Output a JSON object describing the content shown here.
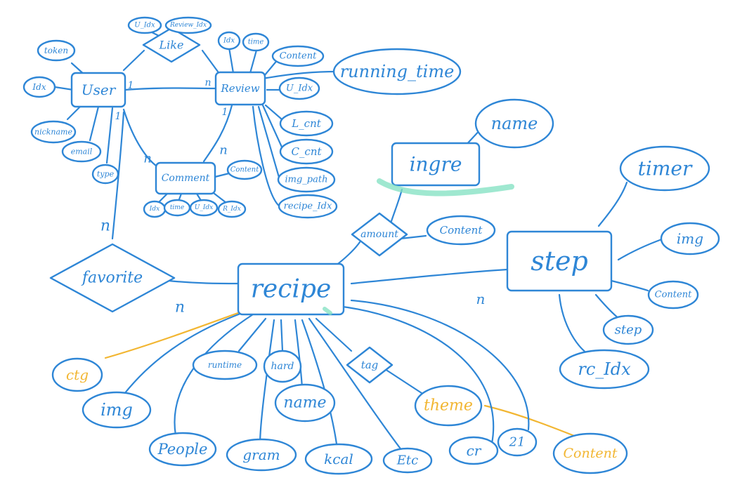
{
  "colors": {
    "ink": "#2E86D6",
    "accent": "#F2B632",
    "highlight": "#7FE0C0",
    "paper": "#FFFFFF"
  },
  "entities": {
    "user": "User",
    "review": "Review",
    "comment": "Comment",
    "recipe": "recipe",
    "ingre": "ingre",
    "step": "step"
  },
  "relationships": {
    "like": "Like",
    "favorite": "favorite",
    "amount": "amount",
    "tag": "tag"
  },
  "attributes": {
    "user_token": "token",
    "user_idx": "Idx",
    "user_nickname": "nickname",
    "user_email": "email",
    "user_type": "type",
    "like_u_idx": "U_Idx",
    "like_review_idx": "Review_Idx",
    "review_idx": "Idx",
    "review_time": "time",
    "review_content": "Content",
    "review_running_time": "running_time",
    "review_u_idx": "U_Idx",
    "review_l_cnt": "L_cnt",
    "review_c_cnt": "C_cnt",
    "review_img_path": "img_path",
    "review_recipe_idx": "recipe_Idx",
    "comment_content": "Content",
    "comment_idx": "Idx",
    "comment_time": "time",
    "comment_u_idx": "U_Idx",
    "comment_r_idx": "R_Idx",
    "ingre_name": "name",
    "amount_content": "Content",
    "step_timer": "timer",
    "step_img": "img",
    "step_content": "Content",
    "step_step": "step",
    "step_rc_idx": "rc_Idx",
    "recipe_ctg": "ctg",
    "recipe_img": "img",
    "recipe_people": "People",
    "recipe_runtime": "runtime",
    "recipe_hard": "hard",
    "recipe_name": "name",
    "recipe_gram": "gram",
    "recipe_kcal": "kcal",
    "recipe_etc": "Etc",
    "recipe_cr": "cr",
    "recipe_21": "21",
    "tag_theme": "theme",
    "theme_content": "Content"
  },
  "cardinality": {
    "user_review_1": "1",
    "user_review_n": "n",
    "user_comment_1": "1",
    "comment_user_n": "n",
    "review_comment_1": "1",
    "comment_review_n": "n",
    "user_favorite_n": "n",
    "favorite_recipe_n": "n",
    "recipe_step_n": "n"
  }
}
